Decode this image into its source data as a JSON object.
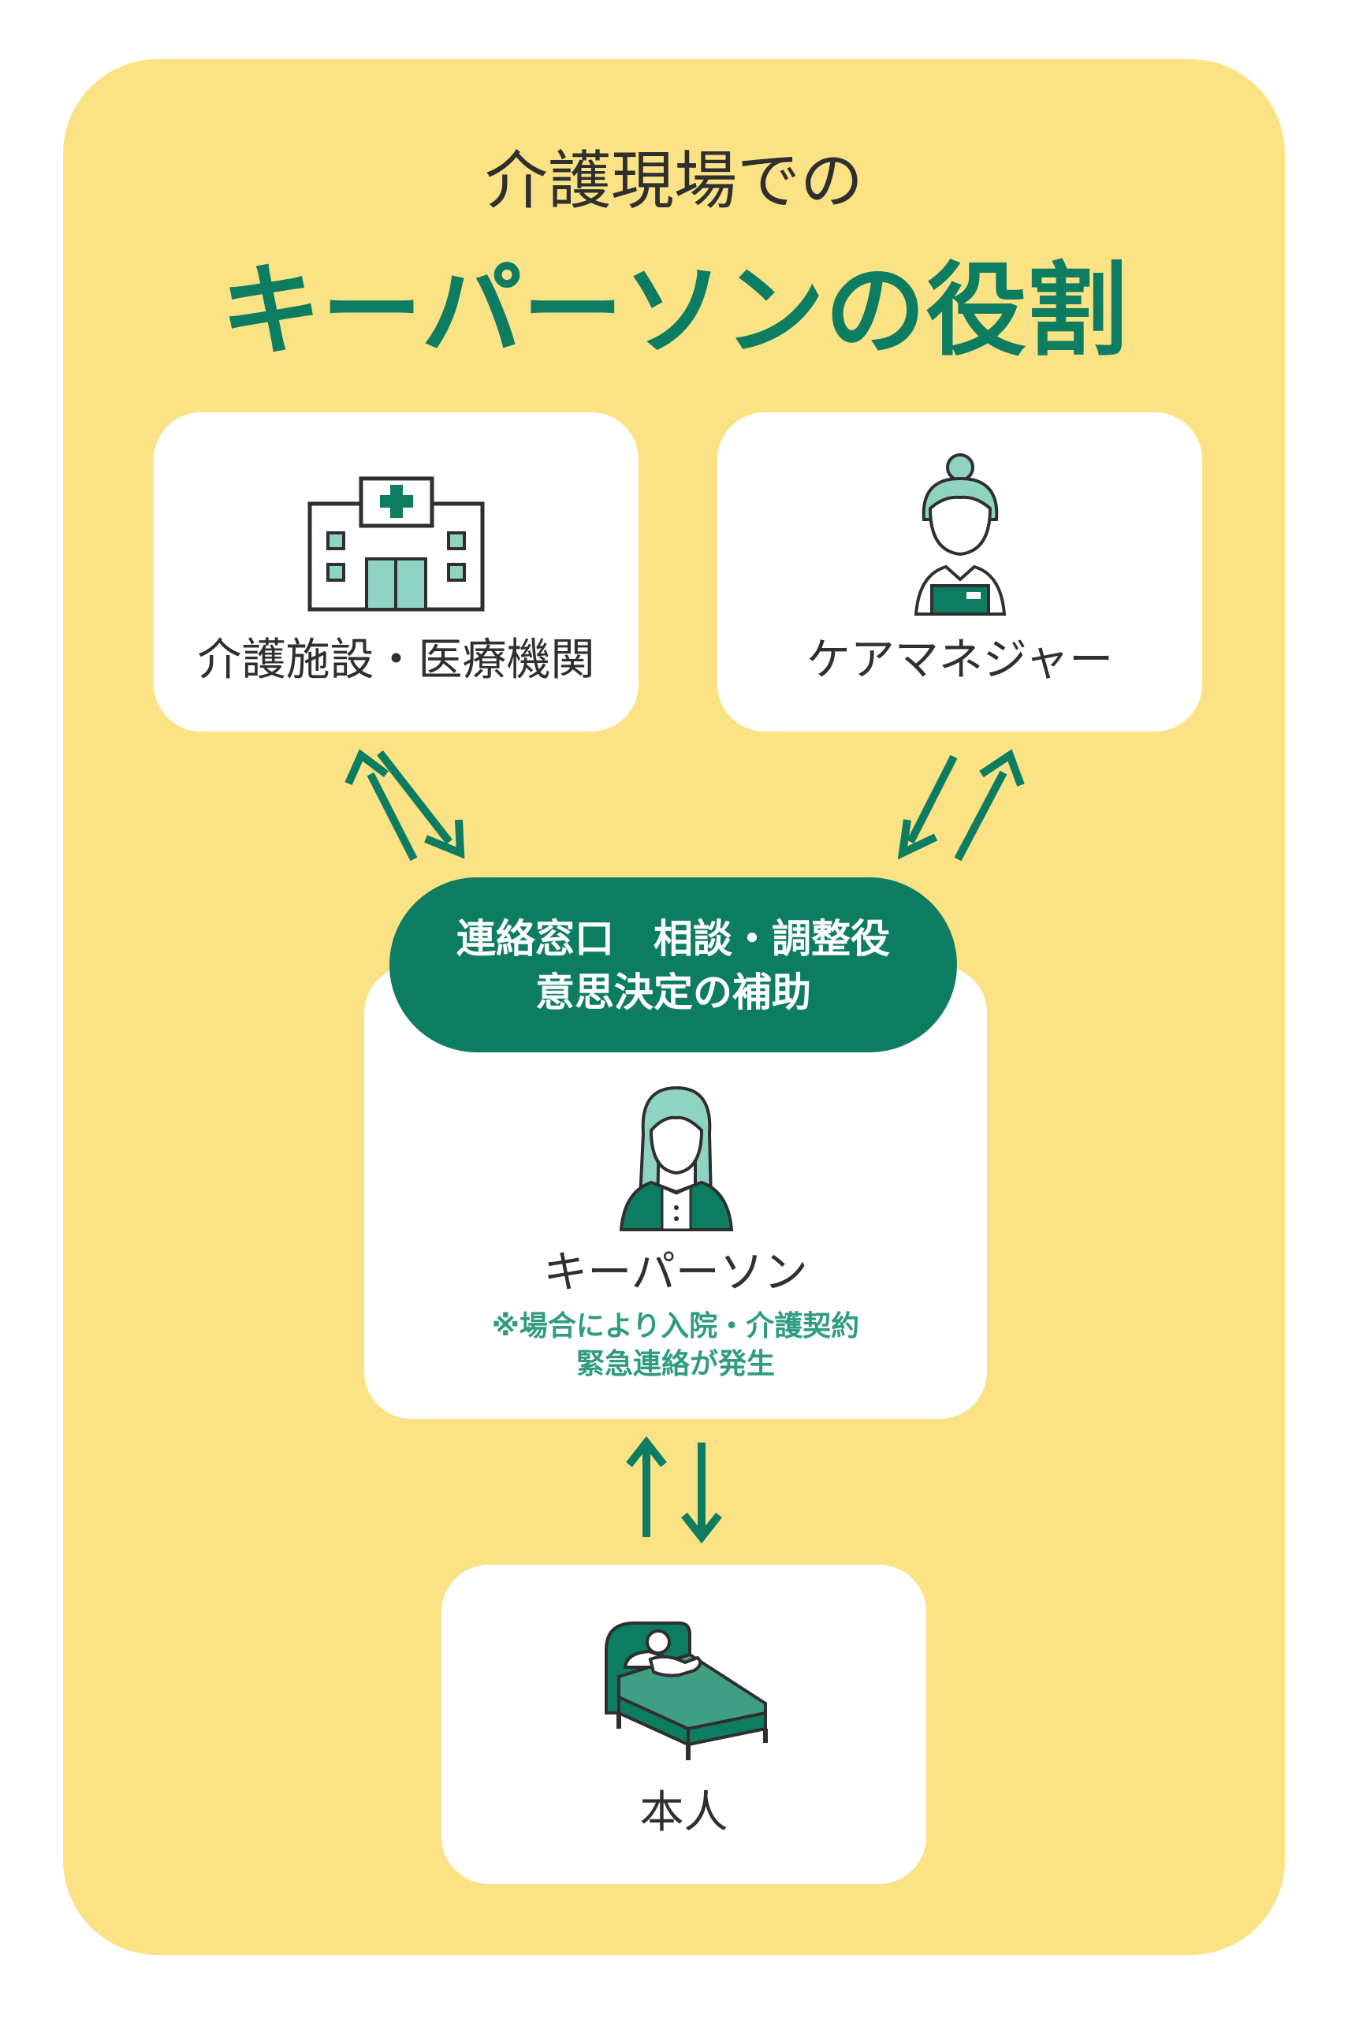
{
  "title": {
    "sub": "介護現場での",
    "main": "キーパーソンの役割"
  },
  "nodes": {
    "facility": {
      "label": "介護施設・医療機関",
      "icon": "hospital-icon"
    },
    "care_manager": {
      "label": "ケアマネジャー",
      "icon": "care-manager-icon"
    },
    "key_person": {
      "label": "キーパーソン",
      "icon": "key-person-icon",
      "roles_line1": "連絡窓口　相談・調整役",
      "roles_line2": "意思決定の補助",
      "note_line1": "※場合により入院・介護契約",
      "note_line2": "緊急連絡が発生"
    },
    "patient": {
      "label": "本人",
      "icon": "bed-patient-icon"
    }
  },
  "colors": {
    "background": "#fbe385",
    "accent": "#0d7d62",
    "icon_fill": "#8fd3c3",
    "text": "#2f2f2f"
  }
}
